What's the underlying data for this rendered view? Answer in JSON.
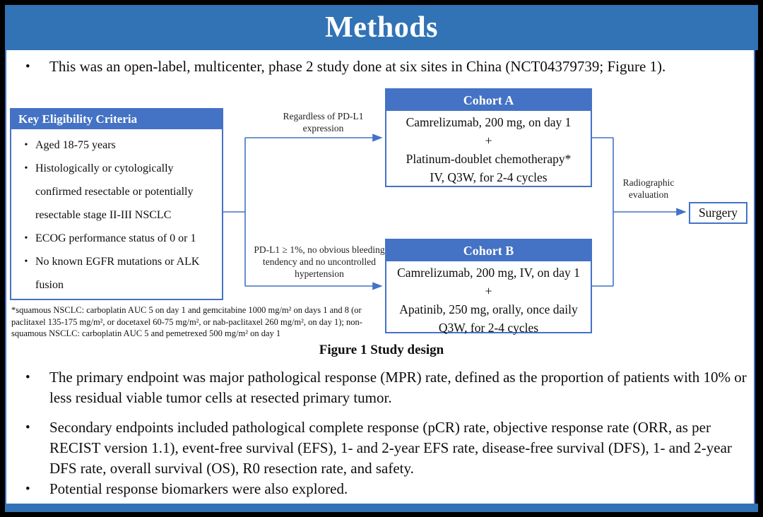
{
  "page": {
    "title": "Methods"
  },
  "colors": {
    "bar_blue": "#3273B5",
    "box_blue": "#4472C4",
    "text": "#0d0d0d"
  },
  "intro_bullet": "This was an open-label, multicenter, phase 2 study done at six sites in China (NCT04379739; Figure 1).",
  "bullet_glyph": "•",
  "diagram": {
    "eligibility": {
      "header": "Key  Eligibility Criteria",
      "items": [
        "Aged 18-75 years",
        "Histologically or cytologically confirmed resectable or potentially resectable stage II-III  NSCLC",
        "ECOG performance status of 0 or 1",
        "No known EGFR mutations or ALK fusion"
      ]
    },
    "branch_top_label": "Regardless  of PD-L1 expression",
    "branch_bottom_label": "PD-L1 ≥ 1%, no obvious bleeding tendency and no uncontrolled hypertension",
    "cohort_a": {
      "header": "Cohort A",
      "lines": [
        "Camrelizumab, 200 mg, on day 1",
        "+",
        "Platinum-doublet chemotherapy*",
        "IV, Q3W, for 2-4 cycles"
      ]
    },
    "cohort_b": {
      "header": "Cohort B",
      "lines": [
        "Camrelizumab, 200 mg, IV, on day 1",
        "+",
        "Apatinib, 250 mg, orally, once daily",
        "Q3W, for 2-4 cycles"
      ]
    },
    "evaluation_label": "Radiographic evaluation",
    "surgery_label": "Surgery",
    "footnote": "*squamous NSCLC: carboplatin AUC 5 on day 1 and gemcitabine 1000 mg/m² on days 1 and 8 (or paclitaxel 135-175 mg/m², or docetaxel 60-75 mg/m², or nab-paclitaxel 260 mg/m², on day 1); non-squamous NSCLC: carboplatin AUC 5 and pemetrexed 500 mg/m² on day 1",
    "caption": "Figure 1 Study design"
  },
  "bullets": [
    "The primary endpoint was major pathological response (MPR) rate, defined as the proportion of patients with 10% or less residual viable tumor cells at resected primary tumor.",
    "Secondary endpoints included pathological complete response (pCR) rate, objective response rate (ORR, as per RECIST version 1.1), event-free survival (EFS), 1- and 2-year EFS rate, disease-free survival (DFS), 1- and 2-year DFS rate, overall survival (OS), R0 resection rate, and safety.",
    "Potential response biomarkers were also explored."
  ]
}
